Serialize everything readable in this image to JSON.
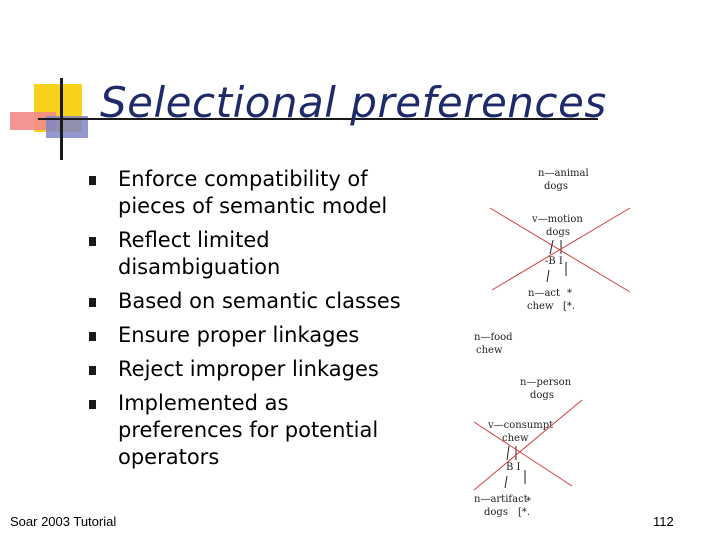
{
  "slide": {
    "title": "Selectional preferences",
    "bullets": [
      "Enforce compatibility of pieces of semantic model",
      "Reflect limited disambiguation",
      "Based on semantic classes",
      "Ensure proper linkages",
      "Reject improper linkages",
      "Implemented as preferences for potential operators"
    ],
    "footer_left": "Soar 2003 Tutorial",
    "footer_right": "112"
  },
  "diagram": {
    "colors": {
      "cross": "#d44040",
      "ink": "#222222"
    },
    "top": {
      "n_animal": {
        "label": "n—animal",
        "word": "dogs"
      },
      "v_motion": {
        "label": "v—motion",
        "word": "dogs"
      },
      "marks": "-B I",
      "n_act": {
        "label": "n—act",
        "word": "chew"
      },
      "star1": "*",
      "star2": "[*."
    },
    "mid": {
      "n_food": {
        "label": "n—food",
        "word": "chew"
      }
    },
    "bottom": {
      "n_person": {
        "label": "n—person",
        "word": "dogs"
      },
      "v_consumpt": {
        "label": "v—consumpt",
        "word": "chew"
      },
      "marks": "B I",
      "n_artifact": {
        "label": "n—artifact",
        "word": "dogs"
      },
      "star1": "*",
      "star2": "[*."
    }
  }
}
